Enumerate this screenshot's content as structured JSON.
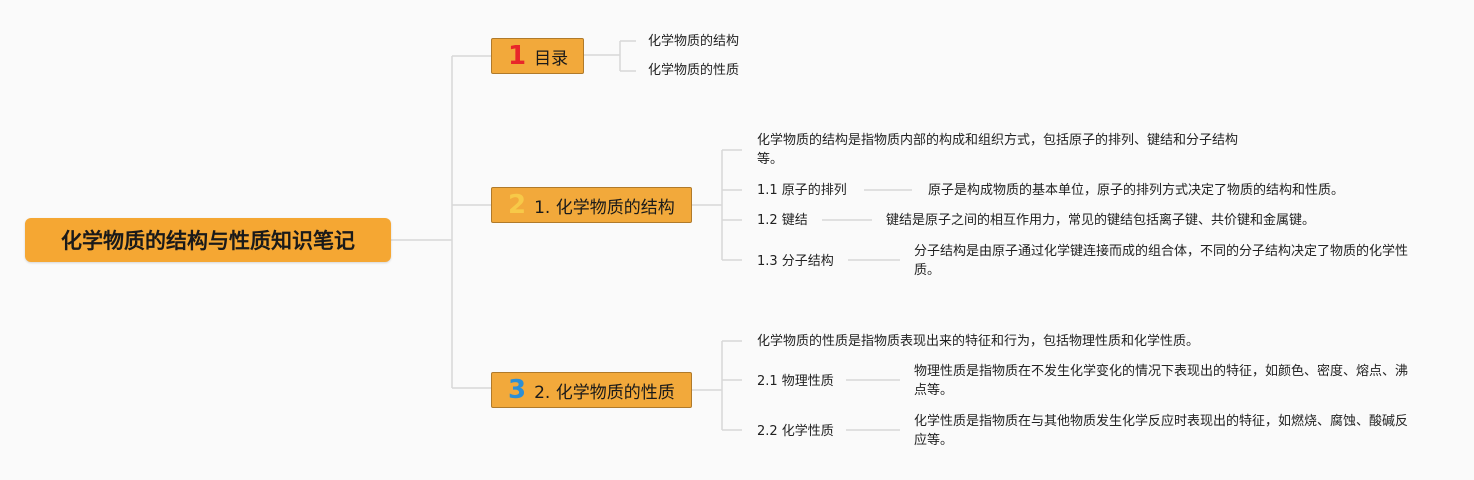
{
  "root": {
    "title": "化学物质的结构与性质知识笔记"
  },
  "branches": [
    {
      "num": "1",
      "num_color": "#e8262a",
      "label": "目录",
      "children": [
        "化学物质的结构",
        "化学物质的性质"
      ]
    },
    {
      "num": "2",
      "num_color": "#f7c948",
      "label": "1. 化学物质的结构",
      "intro": "化学物质的结构是指物质内部的构成和组织方式，包括原子的排列、键结和分子结构等。",
      "items": [
        {
          "label": "1.1 原子的排列",
          "desc": "原子是构成物质的基本单位，原子的排列方式决定了物质的结构和性质。"
        },
        {
          "label": "1.2 键结",
          "desc": "键结是原子之间的相互作用力，常见的键结包括离子键、共价键和金属键。"
        },
        {
          "label": "1.3 分子结构",
          "desc": "分子结构是由原子通过化学键连接而成的组合体，不同的分子结构决定了物质的化学性质。"
        }
      ]
    },
    {
      "num": "3",
      "num_color": "#2d8fd5",
      "label": "2. 化学物质的性质",
      "intro": "化学物质的性质是指物质表现出来的特征和行为，包括物理性质和化学性质。",
      "items": [
        {
          "label": "2.1 物理性质",
          "desc": "物理性质是指物质在不发生化学变化的情况下表现出的特征，如颜色、密度、熔点、沸点等。"
        },
        {
          "label": "2.2 化学性质",
          "desc": "化学性质是指物质在与其他物质发生化学反应时表现出的特征，如燃烧、腐蚀、酸碱反应等。"
        }
      ]
    }
  ]
}
